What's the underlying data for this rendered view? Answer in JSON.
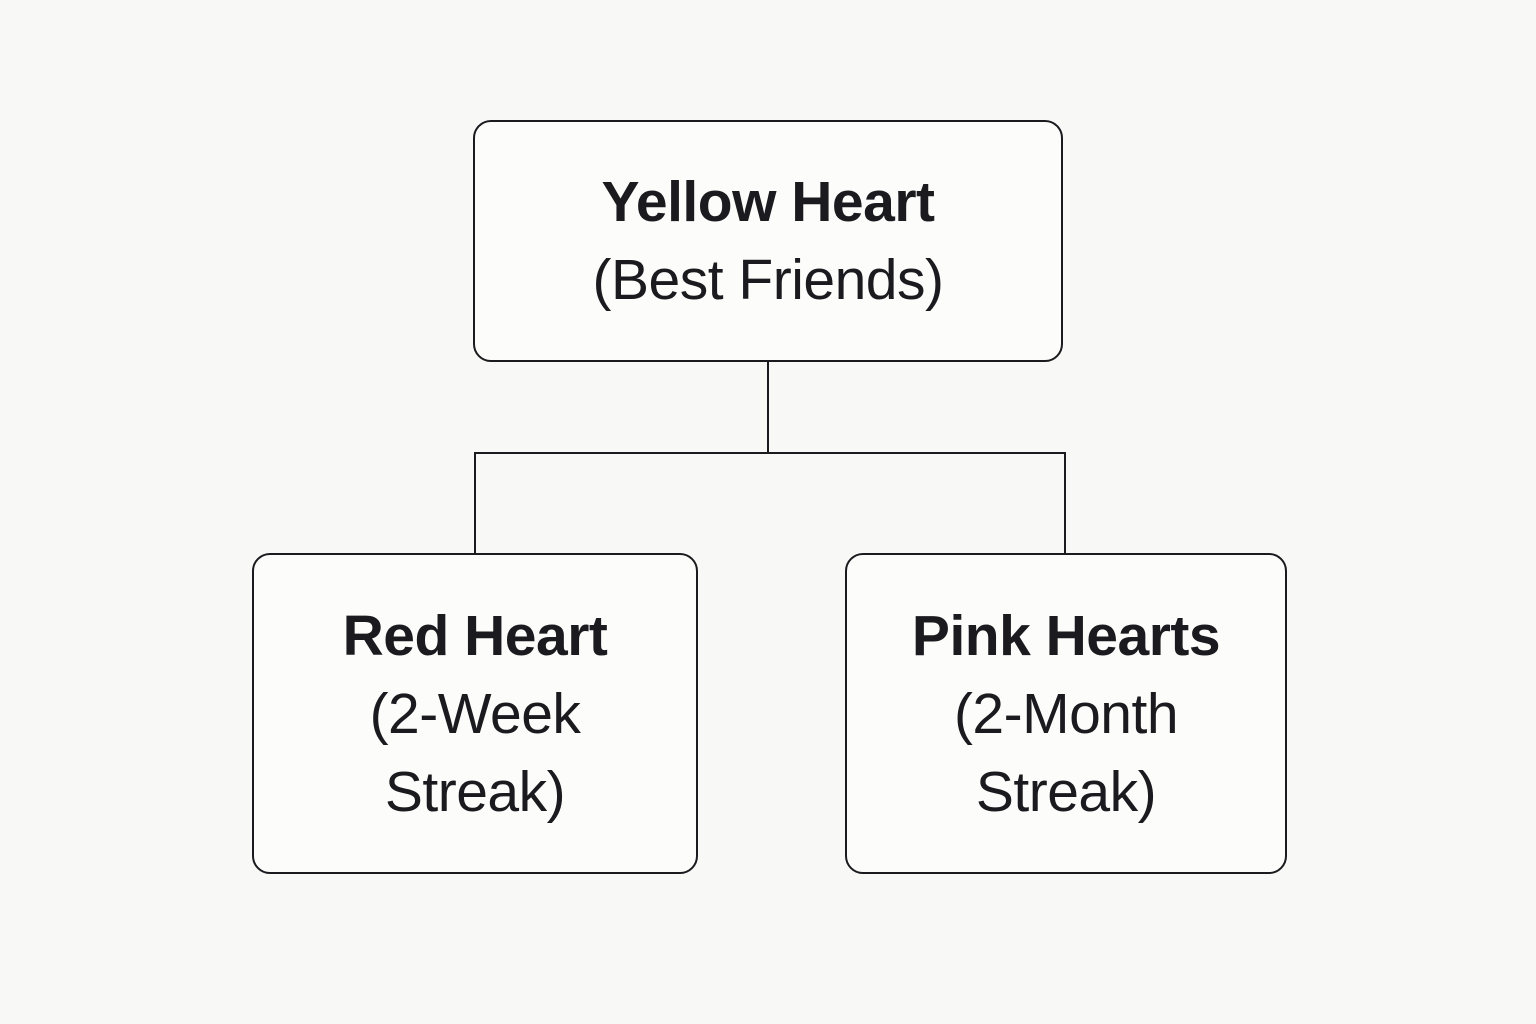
{
  "diagram": {
    "type": "tree",
    "nodes": {
      "root": {
        "title": "Yellow Heart",
        "subtitle": "(Best Friends)"
      },
      "child_left": {
        "title": "Red Heart",
        "subtitle": "(2-Week Streak)"
      },
      "child_right": {
        "title": "Pink Hearts",
        "subtitle": "(2-Month Streak)"
      }
    },
    "edges": [
      {
        "from": "root",
        "to": "child_left"
      },
      {
        "from": "root",
        "to": "child_right"
      }
    ],
    "colors": {
      "background": "#f8f8f6",
      "box_fill": "#fcfcfb",
      "stroke": "#1b1b1f",
      "text": "#1b1b1f"
    }
  }
}
